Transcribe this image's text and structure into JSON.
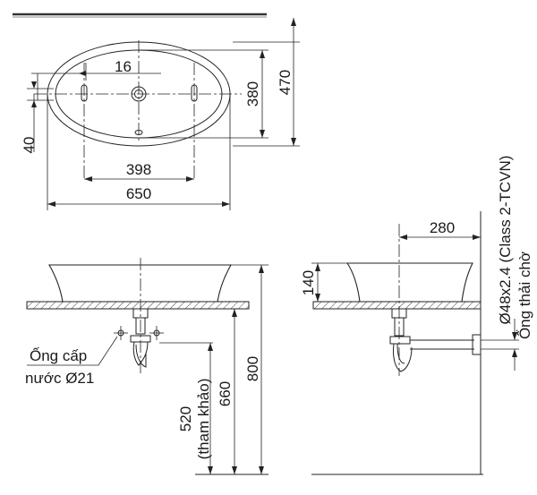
{
  "dimensions": {
    "top_view": {
      "hole_offset": "16",
      "width_outer": "650",
      "hole_spacing": "398",
      "depth_inner": "380",
      "depth_outer": "470",
      "drain_offset": "40"
    },
    "front_view": {
      "supply_height": "520",
      "supply_note": "(tham khảo)",
      "counter_height_inner": "660",
      "counter_height": "800",
      "supply_label_line1": "Ống cấp",
      "supply_label_line2": "nước Ø21"
    },
    "side_view": {
      "drain_distance": "280",
      "bowl_height": "140",
      "pipe_spec": "Ø48x2.4 (Class 2-TCVN)",
      "pipe_label": "Ống thải chờ"
    }
  }
}
